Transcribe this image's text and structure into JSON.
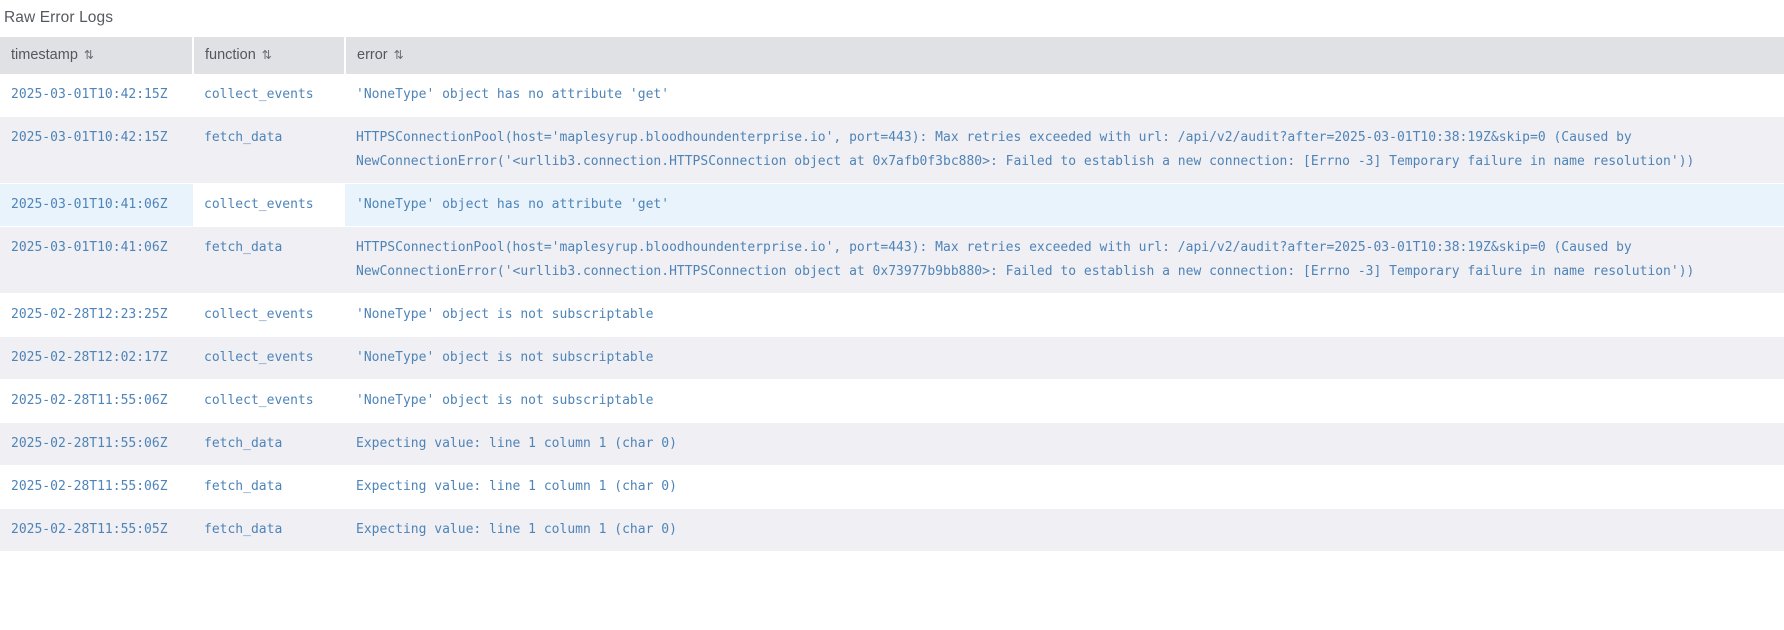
{
  "panel": {
    "title": "Raw Error Logs"
  },
  "table": {
    "sort_icon": "⇅",
    "columns": [
      {
        "key": "timestamp",
        "label": "timestamp"
      },
      {
        "key": "function",
        "label": "function"
      },
      {
        "key": "error",
        "label": "error"
      }
    ],
    "rows": [
      {
        "timestamp": "2025-03-01T10:42:15Z",
        "function": "collect_events",
        "error": "'NoneType' object has no attribute 'get'",
        "state": "normal"
      },
      {
        "timestamp": "2025-03-01T10:42:15Z",
        "function": "fetch_data",
        "error": "HTTPSConnectionPool(host='maplesyrup.bloodhoundenterprise.io', port=443): Max retries exceeded with url: /api/v2/audit?after=2025-03-01T10:38:19Z&skip=0 (Caused by NewConnectionError('<urllib3.connection.HTTPSConnection object at 0x7afb0f3bc880>: Failed to establish a new connection: [Errno -3] Temporary failure in name resolution'))",
        "state": "normal"
      },
      {
        "timestamp": "2025-03-01T10:41:06Z",
        "function": "collect_events",
        "error": "'NoneType' object has no attribute 'get'",
        "state": "hovered"
      },
      {
        "timestamp": "2025-03-01T10:41:06Z",
        "function": "fetch_data",
        "error": "HTTPSConnectionPool(host='maplesyrup.bloodhoundenterprise.io', port=443): Max retries exceeded with url: /api/v2/audit?after=2025-03-01T10:38:19Z&skip=0 (Caused by NewConnectionError('<urllib3.connection.HTTPSConnection object at 0x73977b9bb880>: Failed to establish a new connection: [Errno -3] Temporary failure in name resolution'))",
        "state": "normal"
      },
      {
        "timestamp": "2025-02-28T12:23:25Z",
        "function": "collect_events",
        "error": "'NoneType' object is not subscriptable",
        "state": "normal"
      },
      {
        "timestamp": "2025-02-28T12:02:17Z",
        "function": "collect_events",
        "error": "'NoneType' object is not subscriptable",
        "state": "normal"
      },
      {
        "timestamp": "2025-02-28T11:55:06Z",
        "function": "collect_events",
        "error": "'NoneType' object is not subscriptable",
        "state": "normal"
      },
      {
        "timestamp": "2025-02-28T11:55:06Z",
        "function": "fetch_data",
        "error": "Expecting value: line 1 column 1 (char 0)",
        "state": "normal"
      },
      {
        "timestamp": "2025-02-28T11:55:06Z",
        "function": "fetch_data",
        "error": "Expecting value: line 1 column 1 (char 0)",
        "state": "normal"
      },
      {
        "timestamp": "2025-02-28T11:55:05Z",
        "function": "fetch_data",
        "error": "Expecting value: line 1 column 1 (char 0)",
        "state": "normal"
      }
    ]
  },
  "colors": {
    "header_bg": "#dfe1e4",
    "header_text": "#53585e",
    "cell_text": "#4e84b8",
    "row_alt_bg": "#f0eff3",
    "row_hover_bg": "#e9f3fc",
    "title_text": "#555a5f"
  }
}
